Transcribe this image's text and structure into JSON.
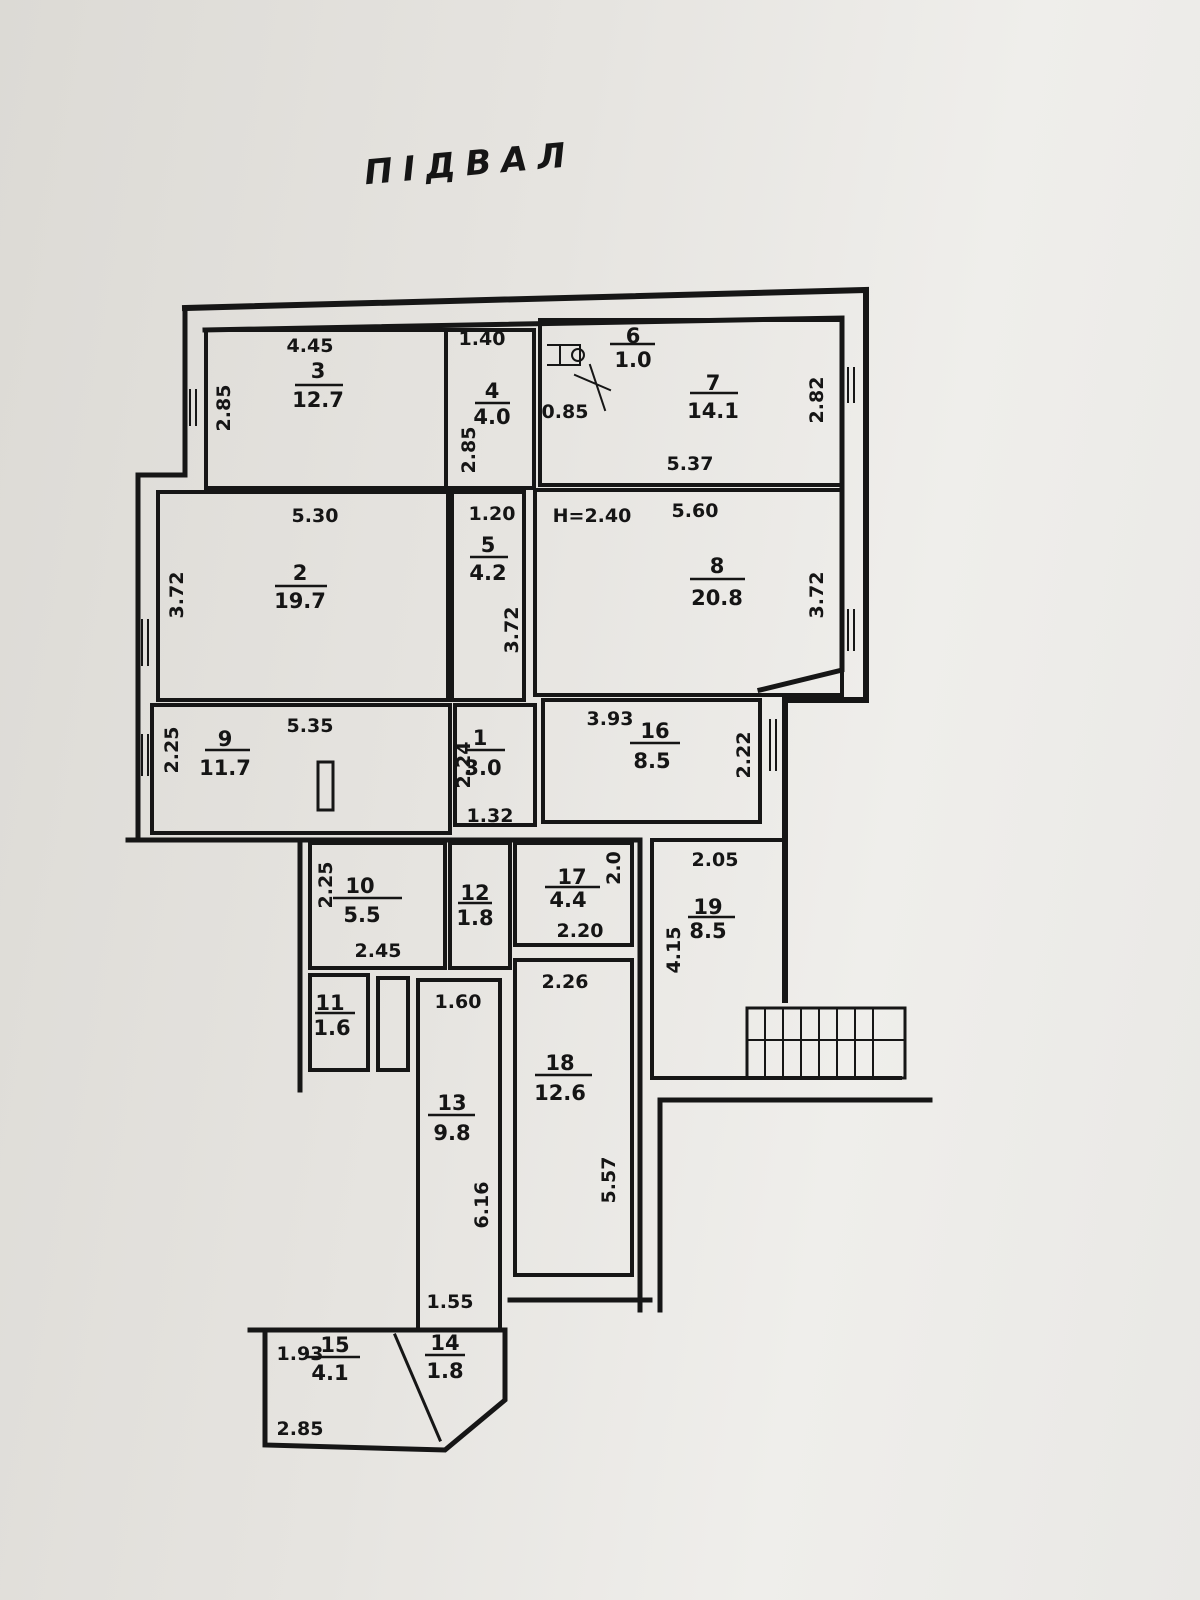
{
  "title": "ПІДВАЛ",
  "ceiling_height": "H=2.40",
  "rooms": {
    "r1": {
      "number": "1",
      "area": "3.0"
    },
    "r2": {
      "number": "2",
      "area": "19.7"
    },
    "r3": {
      "number": "3",
      "area": "12.7"
    },
    "r4": {
      "number": "4",
      "area": "4.0"
    },
    "r5": {
      "number": "5",
      "area": "4.2"
    },
    "r6": {
      "number": "6",
      "area": "1.0"
    },
    "r7": {
      "number": "7",
      "area": "14.1"
    },
    "r8": {
      "number": "8",
      "area": "20.8"
    },
    "r9": {
      "number": "9",
      "area": "11.7"
    },
    "r10": {
      "number": "10",
      "area": "5.5"
    },
    "r11": {
      "number": "11",
      "area": "1.6"
    },
    "r12": {
      "number": "12",
      "area": "1.8"
    },
    "r13": {
      "number": "13",
      "area": "9.8"
    },
    "r14": {
      "number": "14",
      "area": "1.8"
    },
    "r15": {
      "number": "15",
      "area": "4.1"
    },
    "r16": {
      "number": "16",
      "area": "8.5"
    },
    "r17": {
      "number": "17",
      "area": "4.4"
    },
    "r18": {
      "number": "18",
      "area": "12.6"
    },
    "r19": {
      "number": "19",
      "area": "8.5"
    }
  },
  "dims": {
    "r3_w": "4.45",
    "r3_h": "2.85",
    "r4_w": "1.40",
    "r4_h": "2.85",
    "r6_w": "0.85",
    "r7_w": "5.37",
    "r7_h": "2.82",
    "r2_w": "5.30",
    "r2_h": "3.72",
    "r5_w": "1.20",
    "r5_h": "3.72",
    "r8_w": "5.60",
    "r8_h": "3.72",
    "r9_w": "5.35",
    "r9_h": "2.25",
    "r1_h": "2.24",
    "r1_w": "1.32",
    "r16_w": "3.93",
    "r16_h": "2.22",
    "r10_h": "2.25",
    "r10_w": "2.45",
    "r17_w": "2.20",
    "r17_h": "2.0",
    "r19_w": "2.05",
    "r19_h": "4.15",
    "r13_w_top": "1.60",
    "r13_h": "6.16",
    "r13_w_bot": "1.55",
    "r18_w": "2.26",
    "r18_h": "5.57",
    "r15_w_top": "1.93",
    "r15_w_bot": "2.85"
  }
}
